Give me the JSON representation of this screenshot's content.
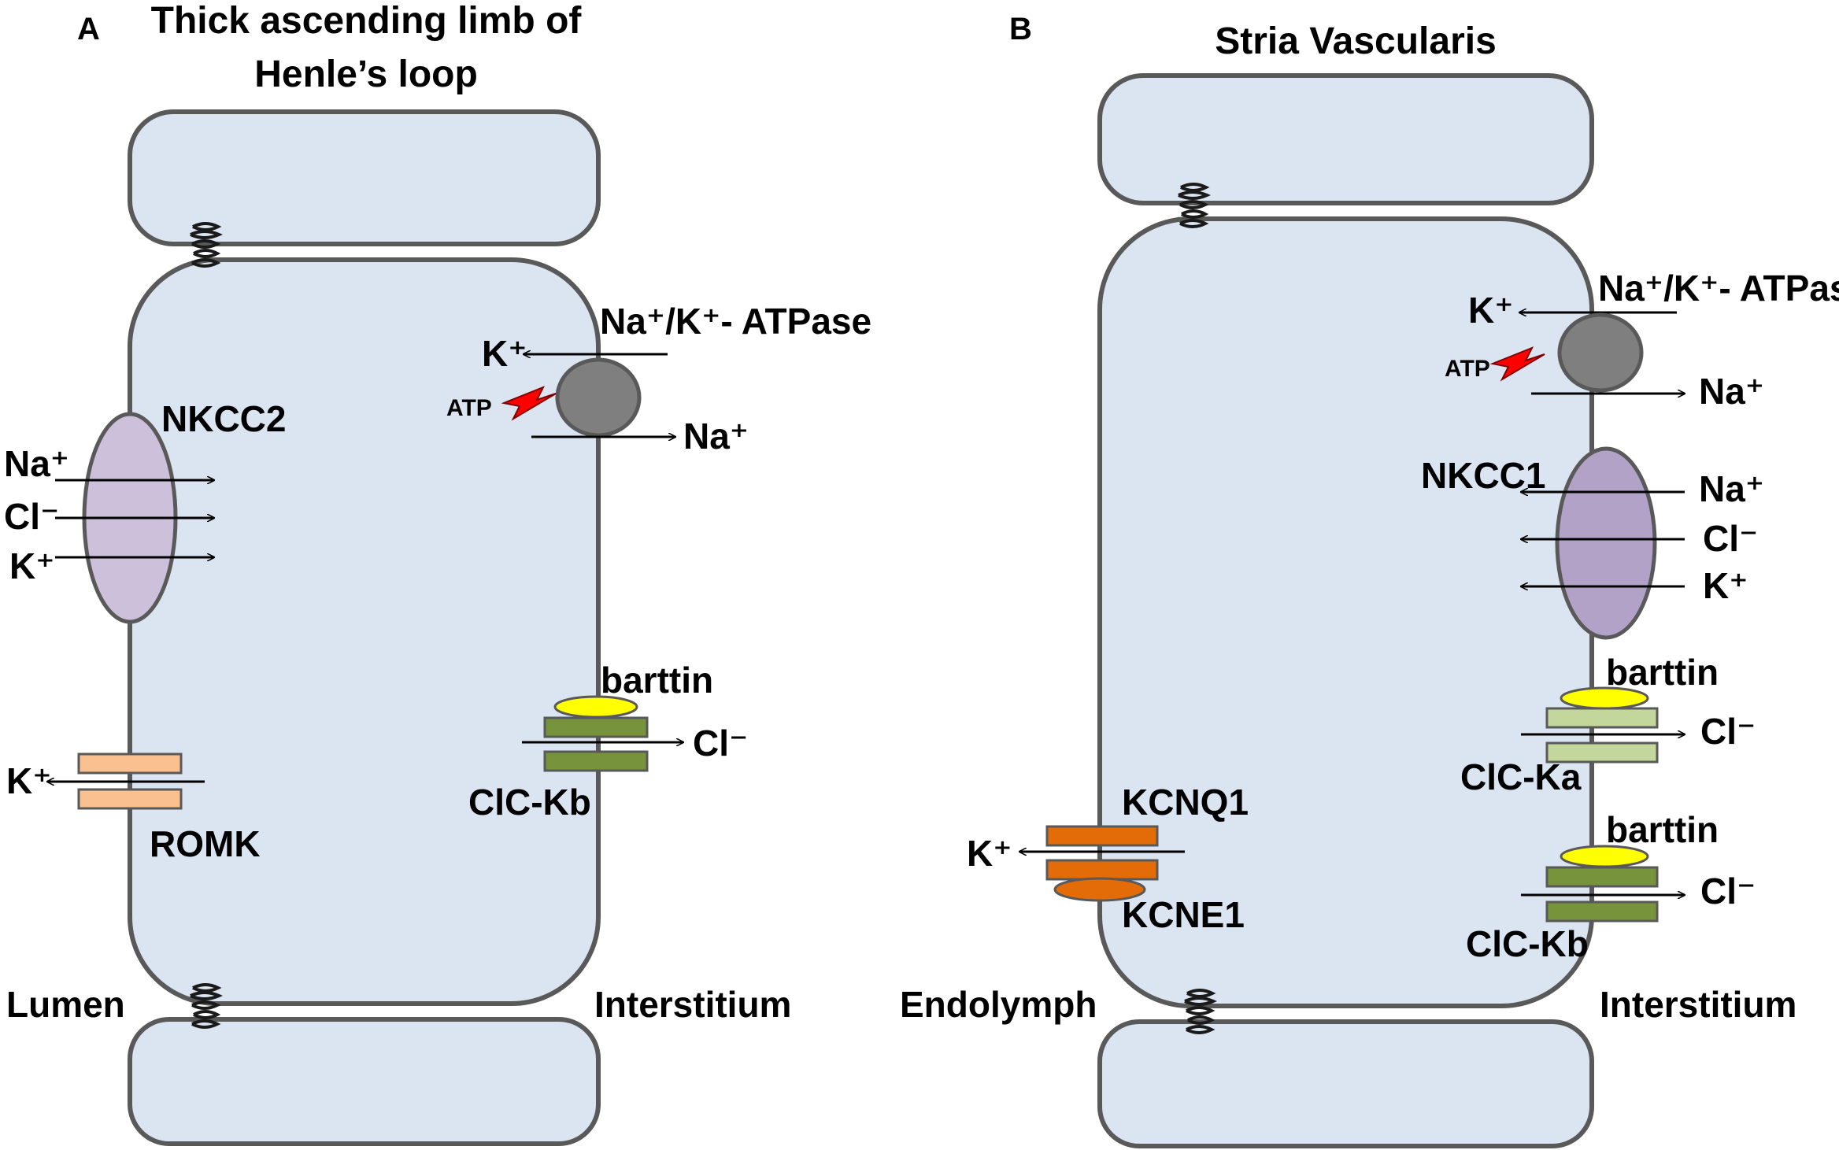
{
  "colors": {
    "cell_fill": "#dbe5f1",
    "cell_stroke": "#595959",
    "pump": "#7f7f7f",
    "nkcc2": "#ccc0da",
    "nkcc1": "#b3a2c7",
    "romk": "#fac090",
    "clc_kb": "#77933c",
    "clc_ka": "#c3d69b",
    "barttin": "#ffff00",
    "kcnq1": "#e36c09",
    "atp_bolt": "#ff0000"
  },
  "panelA": {
    "letter": "A",
    "title_line1": "Thick ascending limb of",
    "title_line2": "Henle’s loop",
    "pump_label": "Na⁺/K⁺- ATPase",
    "pump_k": "K⁺",
    "pump_na": "Na⁺",
    "atp": "ATP",
    "nkcc": "NKCC2",
    "nkcc_na": "Na⁺",
    "nkcc_cl": "Cl⁻",
    "nkcc_k": "K⁺",
    "romk_k": "K⁺",
    "romk": "ROMK",
    "barttin": "barttin",
    "clc_cl": "Cl⁻",
    "clc": "ClC-Kb",
    "lumen": "Lumen",
    "interstitium": "Interstitium"
  },
  "panelB": {
    "letter": "B",
    "title": "Stria Vascularis",
    "pump_label": "Na⁺/K⁺- ATPase",
    "pump_k": "K⁺",
    "pump_na": "Na⁺",
    "atp": "ATP",
    "nkcc": "NKCC1",
    "nkcc_na": "Na⁺",
    "nkcc_cl": "Cl⁻",
    "nkcc_k": "K⁺",
    "barttin_a": "barttin",
    "clc_a_cl": "Cl⁻",
    "clc_a": "ClC-Ka",
    "barttin_b": "barttin",
    "clc_b_cl": "Cl⁻",
    "clc_b": "ClC-Kb",
    "kcnq1": "KCNQ1",
    "kcnq_k": "K⁺",
    "kcne1": "KCNE1",
    "endolymph": "Endolymph",
    "interstitium": "Interstitium"
  }
}
